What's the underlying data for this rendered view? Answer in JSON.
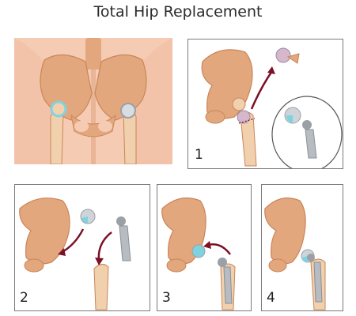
{
  "title": "Total Hip Replacement",
  "steps": [
    {
      "number": "1"
    },
    {
      "number": "2"
    },
    {
      "number": "3"
    },
    {
      "number": "4"
    }
  ],
  "colors": {
    "skin": "#f6cbb3",
    "bone": "#e3a77e",
    "bone_dark": "#c98559",
    "femur": "#f1d0ae",
    "cartilage": "#7fd3e0",
    "metal": "#9aa0a6",
    "arrow": "#7b1027",
    "border": "#7a7a7a"
  }
}
